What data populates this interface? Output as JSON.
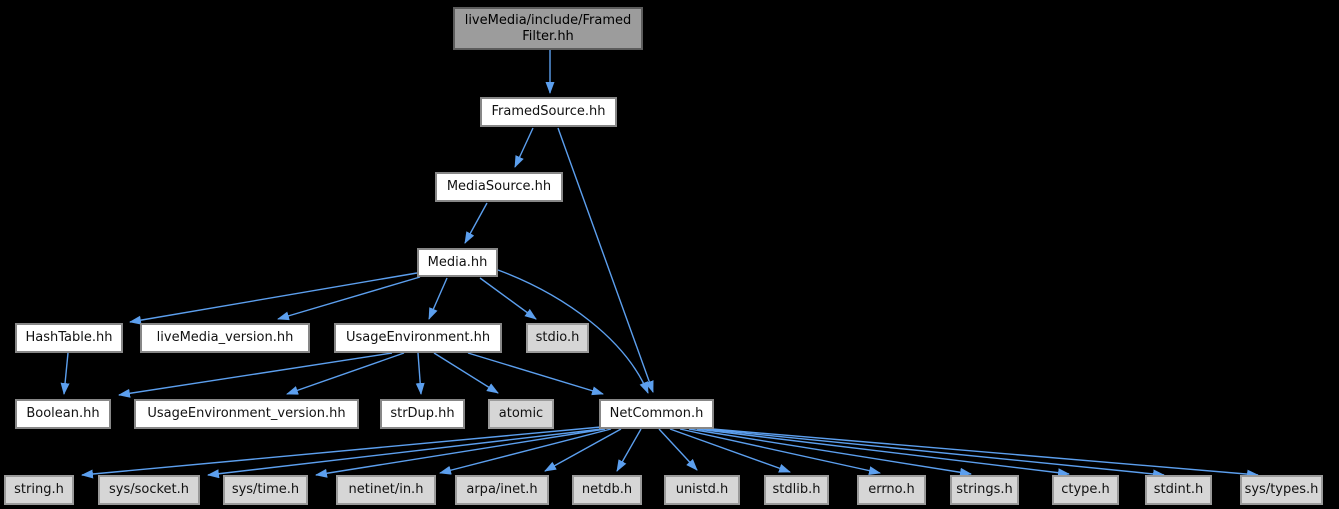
{
  "graph": {
    "kind": "include-dependency-graph",
    "background_color": "#000000",
    "edge_color": "#5c9fee",
    "node_colors": {
      "root_fill": "#9c9c9c",
      "documented_fill": "#ffffff",
      "system_fill": "#d6d6d6"
    },
    "nodes": {
      "root": {
        "line1": "liveMedia/include/Framed",
        "line2": "Filter.hh"
      },
      "framedsource": {
        "label": "FramedSource.hh"
      },
      "mediasource": {
        "label": "MediaSource.hh"
      },
      "media": {
        "label": "Media.hh"
      },
      "hashtable": {
        "label": "HashTable.hh"
      },
      "livemedia_version": {
        "label": "liveMedia_version.hh"
      },
      "usageenvironment": {
        "label": "UsageEnvironment.hh"
      },
      "stdio": {
        "label": "stdio.h"
      },
      "boolean": {
        "label": "Boolean.hh"
      },
      "usageenvironment_version": {
        "label": "UsageEnvironment_version.hh"
      },
      "strdup": {
        "label": "strDup.hh"
      },
      "atomic": {
        "label": "atomic"
      },
      "netcommon": {
        "label": "NetCommon.h"
      },
      "string_h": {
        "label": "string.h"
      },
      "sys_socket": {
        "label": "sys/socket.h"
      },
      "sys_time": {
        "label": "sys/time.h"
      },
      "netinet_in": {
        "label": "netinet/in.h"
      },
      "arpa_inet": {
        "label": "arpa/inet.h"
      },
      "netdb": {
        "label": "netdb.h"
      },
      "unistd": {
        "label": "unistd.h"
      },
      "stdlib": {
        "label": "stdlib.h"
      },
      "errno": {
        "label": "errno.h"
      },
      "strings": {
        "label": "strings.h"
      },
      "ctype": {
        "label": "ctype.h"
      },
      "stdint": {
        "label": "stdint.h"
      },
      "sys_types": {
        "label": "sys/types.h"
      }
    },
    "edges": [
      {
        "from": "root",
        "to": "framedsource"
      },
      {
        "from": "framedsource",
        "to": "mediasource"
      },
      {
        "from": "framedsource",
        "to": "netcommon"
      },
      {
        "from": "mediasource",
        "to": "media"
      },
      {
        "from": "media",
        "to": "hashtable"
      },
      {
        "from": "media",
        "to": "livemedia_version"
      },
      {
        "from": "media",
        "to": "usageenvironment"
      },
      {
        "from": "media",
        "to": "stdio"
      },
      {
        "from": "media",
        "to": "netcommon"
      },
      {
        "from": "hashtable",
        "to": "boolean"
      },
      {
        "from": "usageenvironment",
        "to": "boolean"
      },
      {
        "from": "usageenvironment",
        "to": "usageenvironment_version"
      },
      {
        "from": "usageenvironment",
        "to": "strdup"
      },
      {
        "from": "usageenvironment",
        "to": "atomic"
      },
      {
        "from": "usageenvironment",
        "to": "netcommon"
      },
      {
        "from": "netcommon",
        "to": "string_h"
      },
      {
        "from": "netcommon",
        "to": "sys_socket"
      },
      {
        "from": "netcommon",
        "to": "sys_time"
      },
      {
        "from": "netcommon",
        "to": "netinet_in"
      },
      {
        "from": "netcommon",
        "to": "arpa_inet"
      },
      {
        "from": "netcommon",
        "to": "netdb"
      },
      {
        "from": "netcommon",
        "to": "unistd"
      },
      {
        "from": "netcommon",
        "to": "stdlib"
      },
      {
        "from": "netcommon",
        "to": "errno"
      },
      {
        "from": "netcommon",
        "to": "strings"
      },
      {
        "from": "netcommon",
        "to": "ctype"
      },
      {
        "from": "netcommon",
        "to": "stdint"
      },
      {
        "from": "netcommon",
        "to": "sys_types"
      }
    ]
  }
}
